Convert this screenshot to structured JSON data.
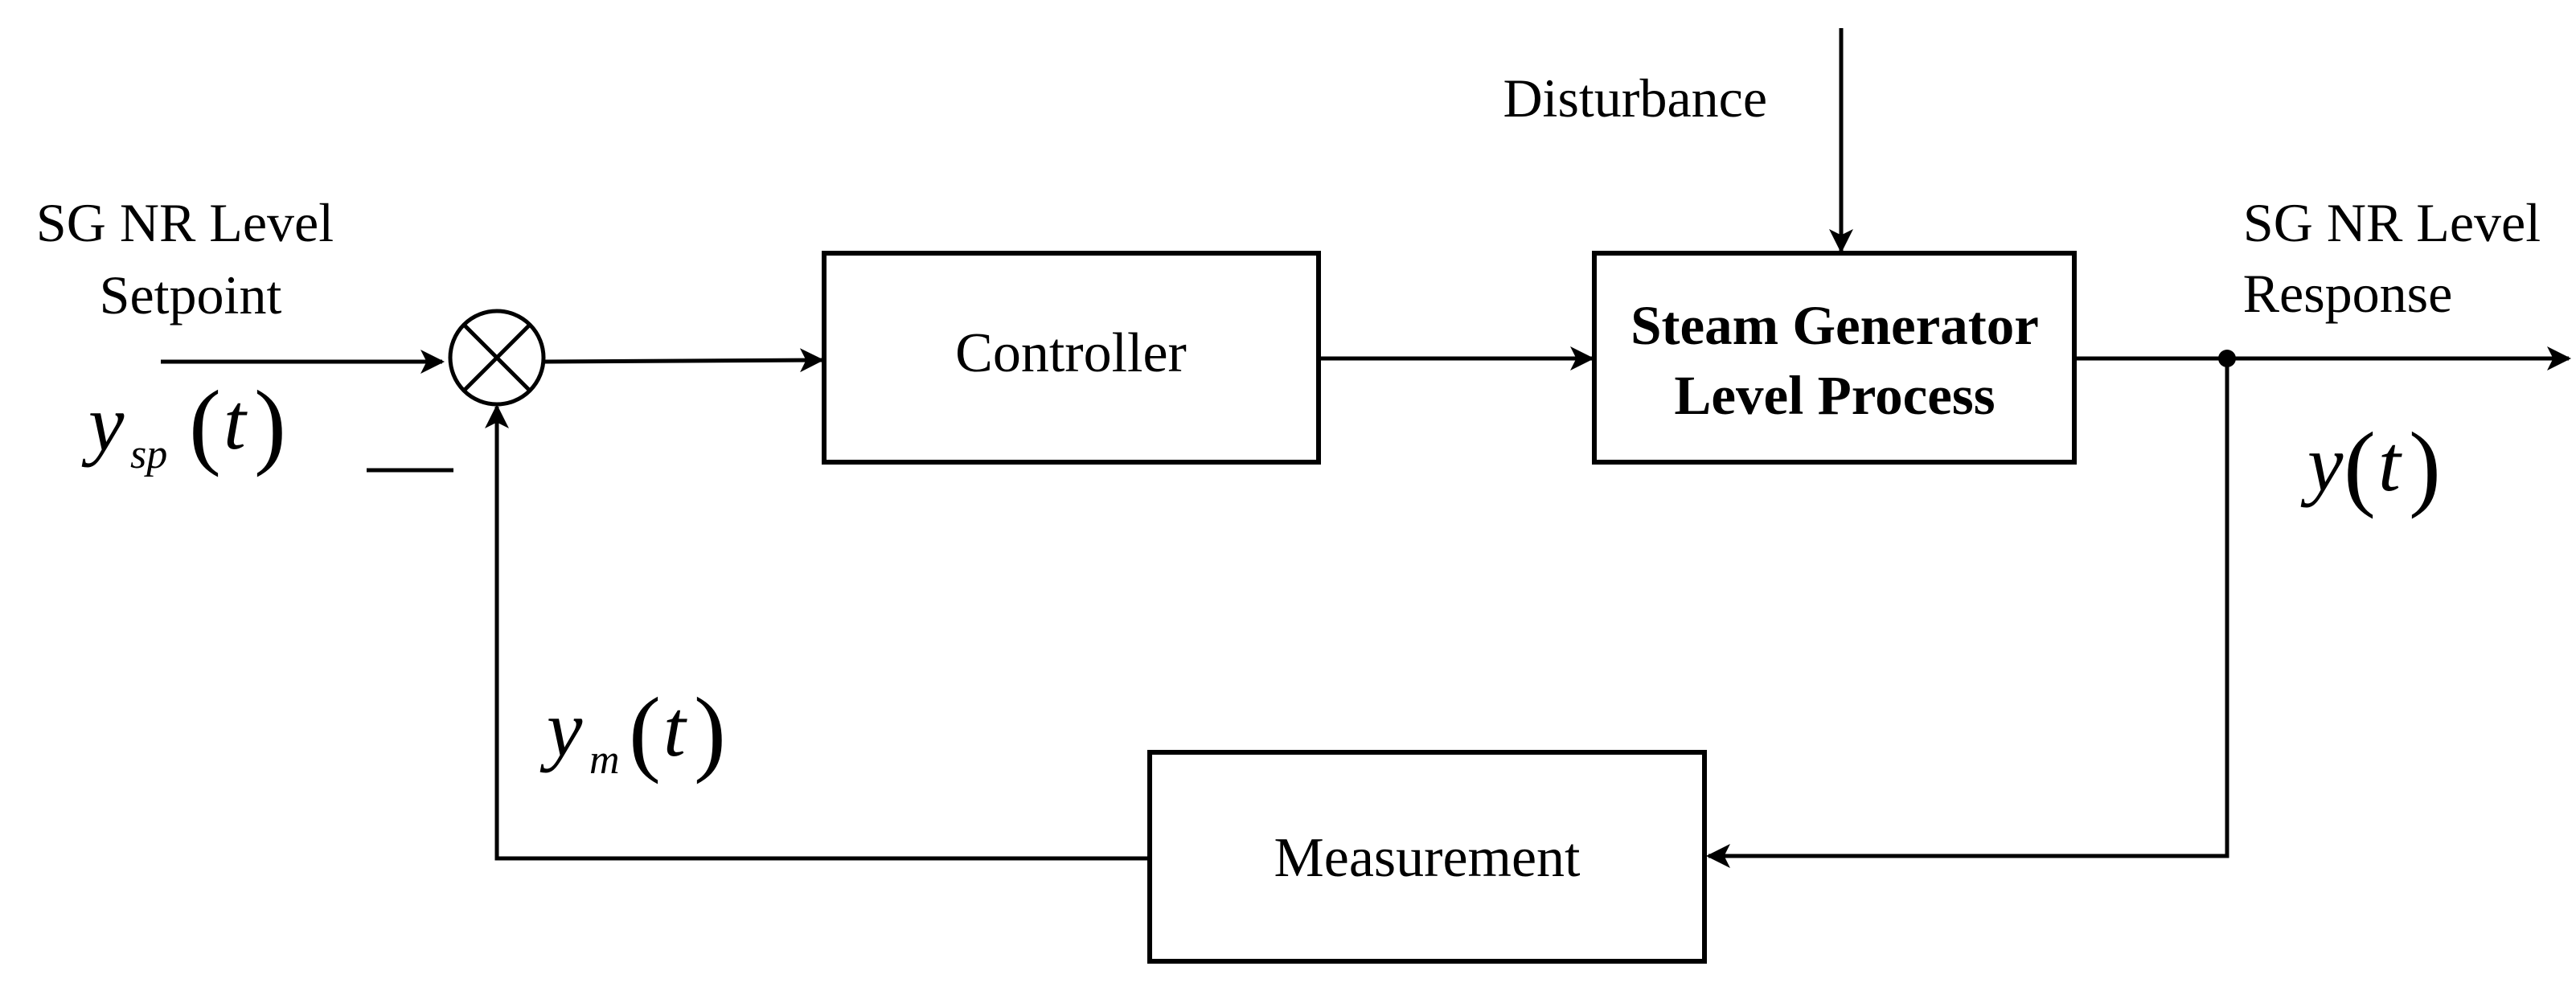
{
  "blocks": {
    "controller": "Controller",
    "process_line1": "Steam Generator",
    "process_line2": "Level Process",
    "measurement": "Measurement"
  },
  "labels": {
    "disturbance": "Disturbance",
    "setpoint_line1": "SG NR Level",
    "setpoint_line2": "Setpoint",
    "response_line1": "SG NR Level",
    "response_line2": "Response",
    "minus_sign": "—"
  },
  "signals": {
    "setpoint_var": "y",
    "setpoint_sub": "sp",
    "output_var": "y",
    "measured_var": "y",
    "measured_sub": "m",
    "time_arg": "t",
    "open_paren": "(",
    "close_paren": ")"
  }
}
